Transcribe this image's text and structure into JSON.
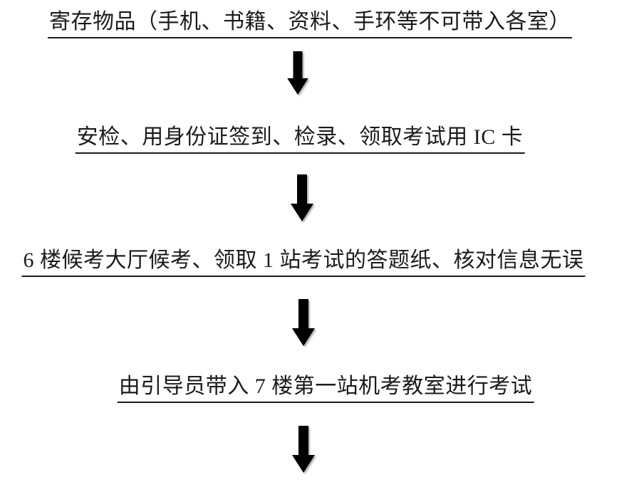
{
  "flowchart": {
    "title": "exam-entry-procedure-flowchart",
    "colors": {
      "background": "#ffffff",
      "text": "#1b1b1b",
      "arrow": "#000000"
    },
    "steps": [
      {
        "label": "寄存物品（手机、书籍、资料、手环等不可带入各室）"
      },
      {
        "label": "安检、用身份证签到、检录、领取考试用 IC 卡"
      },
      {
        "label": "6 楼候考大厅候考、领取 1 站考试的答题纸、核对信息无误"
      },
      {
        "label": "由引导员带入 7 楼第一站机考教室进行考试"
      }
    ],
    "connector": "down-arrow"
  }
}
